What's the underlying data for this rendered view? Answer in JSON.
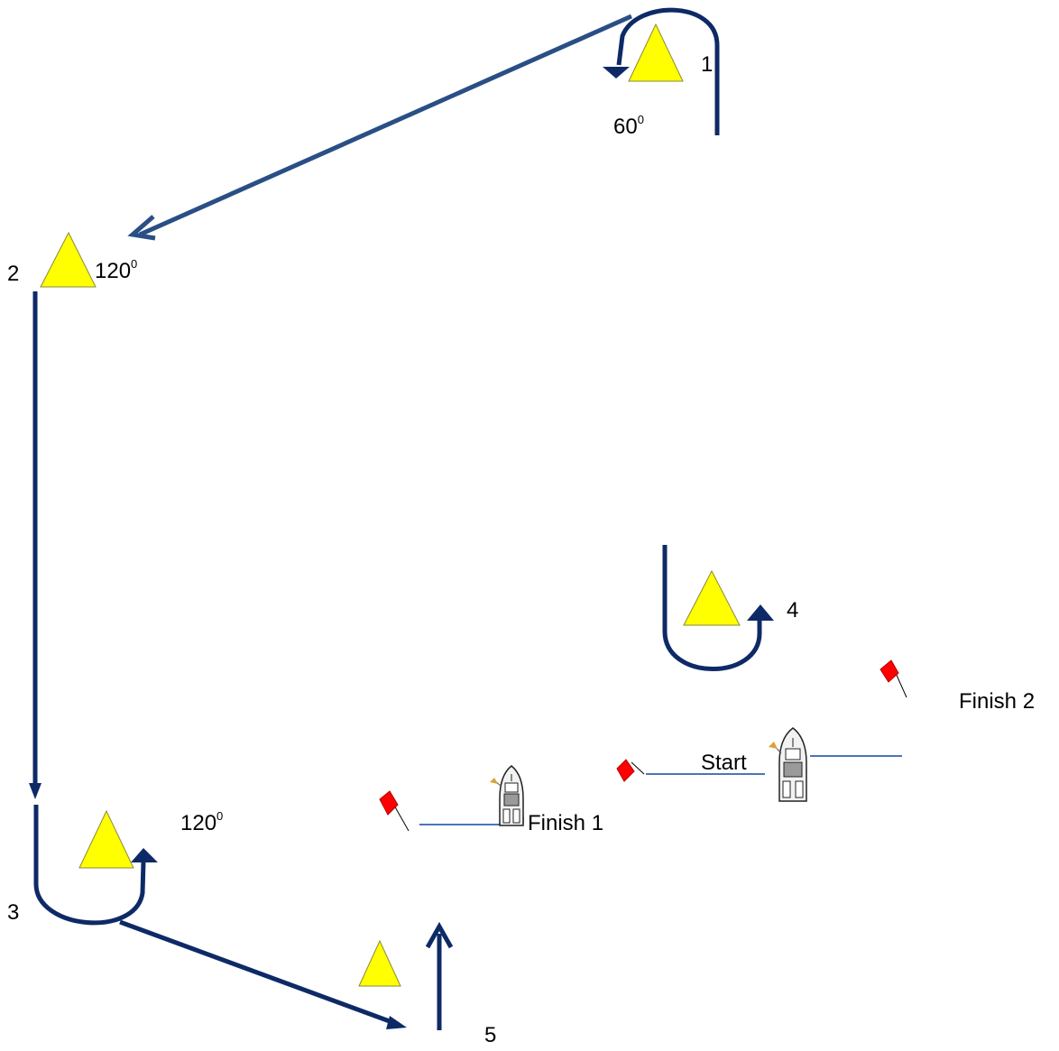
{
  "marks": {
    "m1": {
      "number": "1",
      "angle": "60",
      "angle_unit": "0"
    },
    "m2": {
      "number": "2",
      "angle": "120",
      "angle_unit": "0"
    },
    "m3": {
      "number": "3",
      "angle": "120",
      "angle_unit": "0"
    },
    "m4": {
      "number": "4"
    },
    "m5": {
      "number": "5"
    }
  },
  "lines": {
    "start": "Start",
    "finish1": "Finish 1",
    "finish2": "Finish 2"
  },
  "colors": {
    "course": "#0e2a66",
    "course_leg1": "#294f85",
    "buoy_fill": "#ffff00",
    "buoy_stroke": "#8a8a3a",
    "flag": "#ff0000",
    "line": "#4a76b8"
  }
}
